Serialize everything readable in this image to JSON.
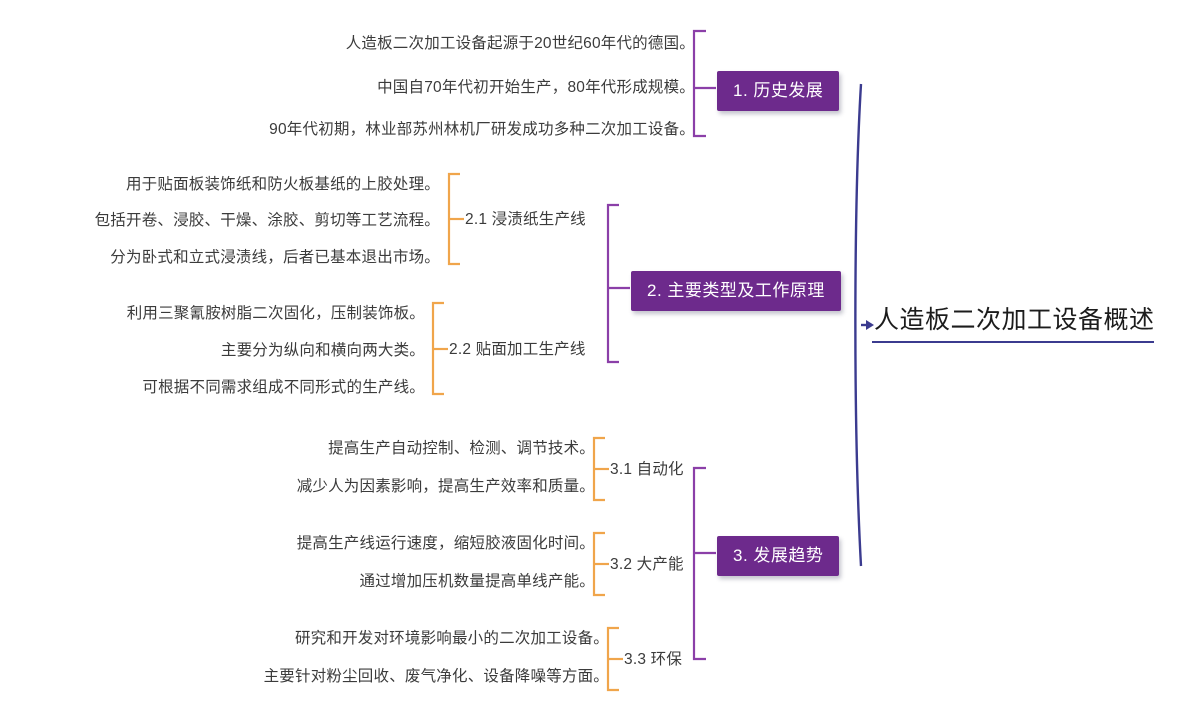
{
  "document": {
    "type": "mind-map",
    "title": "人造板二次加工设备概述"
  },
  "colors": {
    "node_purple": "#6D2A8C",
    "connector_purple": "#8B3FA8",
    "connector_orange": "#F0A54B",
    "spine_navy": "#3B3B8F",
    "text_dark": "#3B3B3B",
    "background": "#FFFFFF"
  },
  "root": {
    "label": "人造板二次加工设备概述"
  },
  "branches": [
    {
      "id": "branch-1",
      "label": "1. 历史发展",
      "leaves": [
        "人造板二次加工设备起源于20世纪60年代的德国。",
        "中国自70年代初开始生产，80年代形成规模。",
        "90年代初期，林业部苏州林机厂研发成功多种二次加工设备。"
      ]
    },
    {
      "id": "branch-2",
      "label": "2. 主要类型及工作原理",
      "subtopics": [
        {
          "id": "sub-2-1",
          "label": "2.1 浸渍纸生产线",
          "leaves": [
            "用于贴面板装饰纸和防火板基纸的上胶处理。",
            "包括开卷、浸胶、干燥、涂胶、剪切等工艺流程。",
            "分为卧式和立式浸渍线，后者已基本退出市场。"
          ]
        },
        {
          "id": "sub-2-2",
          "label": "2.2 贴面加工生产线",
          "leaves": [
            "利用三聚氰胺树脂二次固化，压制装饰板。",
            "主要分为纵向和横向两大类。",
            "可根据不同需求组成不同形式的生产线。"
          ]
        }
      ]
    },
    {
      "id": "branch-3",
      "label": "3. 发展趋势",
      "subtopics": [
        {
          "id": "sub-3-1",
          "label": "3.1 自动化",
          "leaves": [
            "提高生产自动控制、检测、调节技术。",
            "减少人为因素影响，提高生产效率和质量。"
          ]
        },
        {
          "id": "sub-3-2",
          "label": "3.2 大产能",
          "leaves": [
            "提高生产线运行速度，缩短胶液固化时间。",
            "通过增加压机数量提高单线产能。"
          ]
        },
        {
          "id": "sub-3-3",
          "label": "3.3 环保",
          "leaves": [
            "研究和开发对环境影响最小的二次加工设备。",
            "主要针对粉尘回收、废气净化、设备降噪等方面。"
          ]
        }
      ]
    }
  ]
}
